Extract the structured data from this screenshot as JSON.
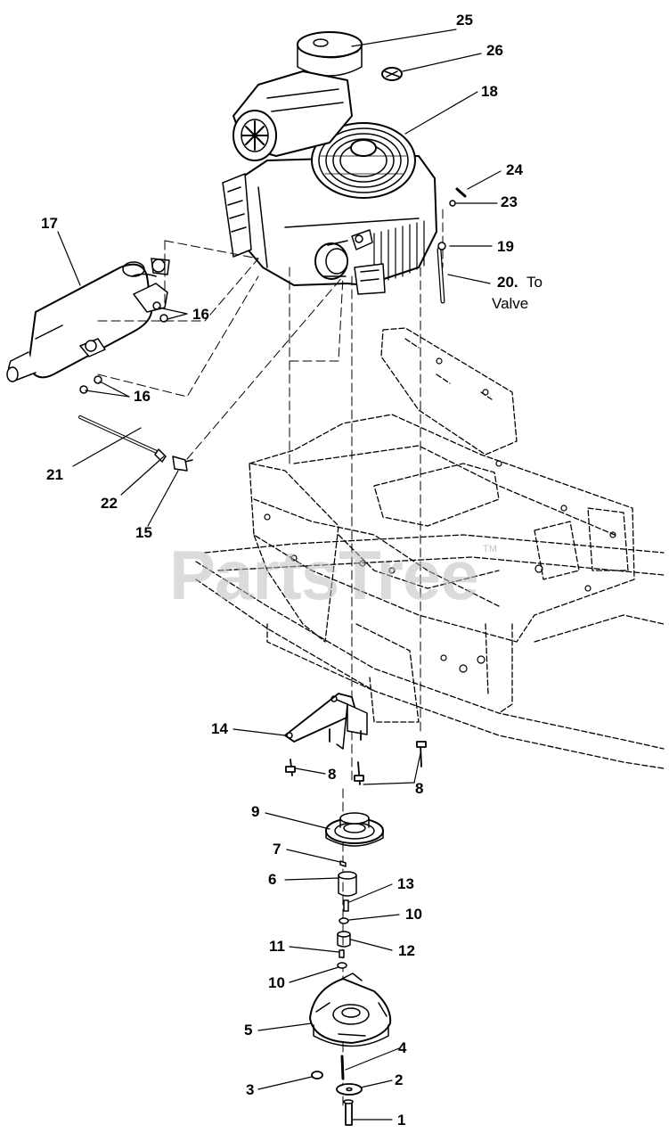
{
  "watermark": {
    "text": "PartsTree",
    "tm": "TM"
  },
  "callouts": [
    {
      "id": "c1",
      "text": "1"
    },
    {
      "id": "c2",
      "text": "2"
    },
    {
      "id": "c3",
      "text": "3"
    },
    {
      "id": "c4",
      "text": "4"
    },
    {
      "id": "c5",
      "text": "5"
    },
    {
      "id": "c6",
      "text": "6"
    },
    {
      "id": "c7",
      "text": "7"
    },
    {
      "id": "c8a",
      "text": "8"
    },
    {
      "id": "c8b",
      "text": "8"
    },
    {
      "id": "c9",
      "text": "9"
    },
    {
      "id": "c10a",
      "text": "10"
    },
    {
      "id": "c10b",
      "text": "10"
    },
    {
      "id": "c11",
      "text": "11"
    },
    {
      "id": "c12",
      "text": "12"
    },
    {
      "id": "c13",
      "text": "13"
    },
    {
      "id": "c14",
      "text": "14"
    },
    {
      "id": "c15",
      "text": "15"
    },
    {
      "id": "c16a",
      "text": "16"
    },
    {
      "id": "c16b",
      "text": "16"
    },
    {
      "id": "c17",
      "text": "17"
    },
    {
      "id": "c18",
      "text": "18"
    },
    {
      "id": "c19",
      "text": "19"
    },
    {
      "id": "c20",
      "text": "20."
    },
    {
      "id": "c21",
      "text": "21"
    },
    {
      "id": "c22",
      "text": "22"
    },
    {
      "id": "c23",
      "text": "23"
    },
    {
      "id": "c24",
      "text": "24"
    },
    {
      "id": "c25",
      "text": "25"
    },
    {
      "id": "c26",
      "text": "26"
    }
  ],
  "notes": {
    "to": "To",
    "valve": "Valve"
  },
  "colors": {
    "line": "#000000",
    "watermark": "#bebebe"
  }
}
